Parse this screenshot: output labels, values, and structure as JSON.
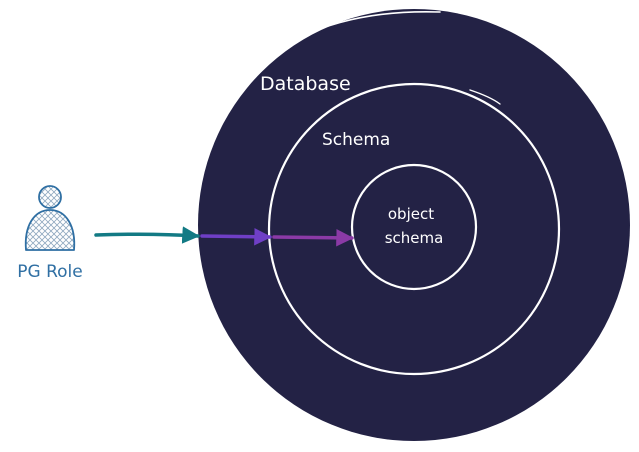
{
  "diagram": {
    "role_label": "PG Role",
    "database_label": "Database",
    "schema_label": "Schema",
    "object_label_line1": "object",
    "object_label_line2": "schema"
  },
  "colors": {
    "database_fill": "#232245",
    "ring_stroke": "#ffffff",
    "role_icon": "#2f6fa3",
    "arrow_teal": "#127a84",
    "arrow_violet": "#6f3fc6",
    "arrow_purple": "#8b3aa6",
    "background": "#ffffff"
  }
}
